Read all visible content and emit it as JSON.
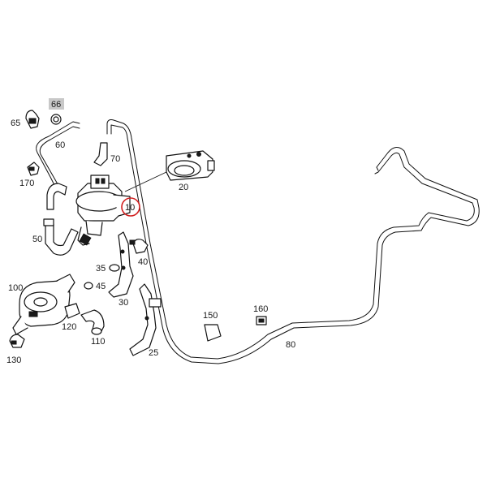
{
  "colors": {
    "highlight_circle": "#d21f1f",
    "highlight_box": "#c8c8c8",
    "line": "#111111"
  },
  "callouts": {
    "p10": "10",
    "p20": "20",
    "p25": "25",
    "p30": "30",
    "p35": "35",
    "p40": "40",
    "p45": "45",
    "p50": "50",
    "p60": "60",
    "p65": "65",
    "p66": "66",
    "p70": "70",
    "p80": "80",
    "p100": "100",
    "p110": "110",
    "p120": "120",
    "p130": "130",
    "p150": "150",
    "p160": "160",
    "p170": "170"
  },
  "highlighted": {
    "circled": "10",
    "boxed": "66"
  }
}
